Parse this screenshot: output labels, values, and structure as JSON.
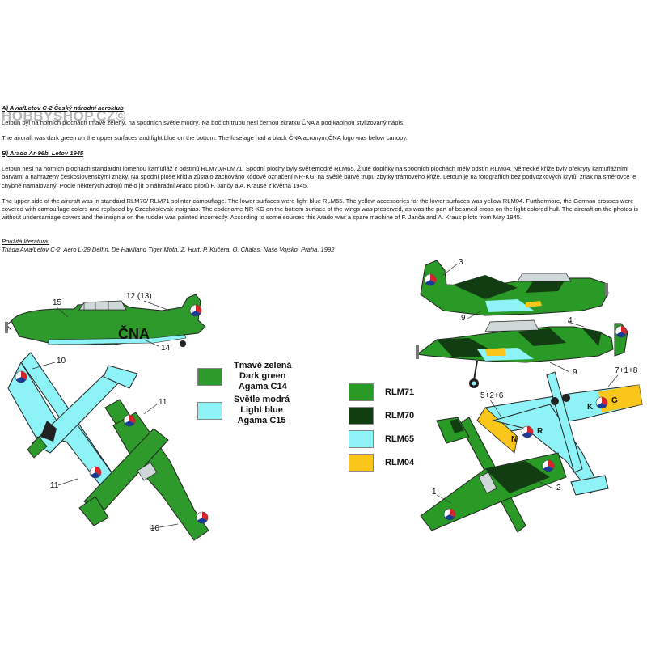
{
  "watermark": "HOBBYSHOP.CZ©",
  "section_a": {
    "heading": "A) Avia/Letov C-2 Český národní aeroklub",
    "cz": "Letoun byl na horních plochách tmavě zelený, na spodních světle modrý. Na bočích trupu nesl černou zkratku ČNA a pod kabinou stylizovaný nápis.",
    "en": "The aircraft was dark green on the upper surfaces and light blue on the bottom. The fuselage had a black ČNA acronym,ČNA logo was below canopy."
  },
  "section_b": {
    "heading": "B) Arado Ar-96b, Letov 1945",
    "cz": "Letoun nesl na horních plochách standardní lomenou kamufláž z odstínů RLM70/RLM71. Spodní plochy byly světlemodré RLM65. Žluté doplňky na spodních plochách měly odstín RLM04. Německé kříže byly překryty kamuflážními barvami a nahrazeny československými znaky. Na spodní ploše křídla zůstalo zachováno kódové označení NR-KG, na světlé barvě trupu zbytky trámového kříže. Letoun je na fotografiích bez podvozkových krytů, znak na směrovce je chybně namalovaný. Podle některých zdrojů mělo jít o náhradní Arado pilotů F. Jančy a A. Krause z května 1945.",
    "en": "The upper side of the aircraft was in standard RLM70/ RLM71 splinter camouflage. The lower surfaces were light blue RLM65. The yellow accessories for the lower surfaces was yellow RLM04. Furthermore, the German crosses were covered with camouflage colors and replaced by  Czechoslovak insignias. The codename NR-KG on the bottom surface of the wings was preserved, as was the part of beamed cross on the light colored hull. The aircraft on the photos is without undercarriage covers and the insignia on the rudder was painted incorrectly. According to some sources this Arado was a spare machine of F. Janča and A. Kraus pilots from May 1945."
  },
  "literature": {
    "label": "Použitá literatura:",
    "text": "Triáda Avia/Letov C-2, Aero L-29 Delfín, De Havilland Tiger Moth, Z. Hurt, P. Kučera, O. Chalas, Naše Vojsko, Praha, 1992"
  },
  "colors": {
    "dark_green": "#2f9a2c",
    "light_blue": "#8df3f6",
    "rlm71": "#2a9a27",
    "rlm70": "#123d12",
    "rlm65": "#8df3f6",
    "rlm04": "#fbc61a",
    "insignia_red": "#d8232a",
    "insignia_blue": "#1a3b93"
  },
  "legend_c2": [
    {
      "line1": "Tmavě zelená",
      "line2": "Dark green",
      "line3": "Agama C14",
      "color": "#2f9a2c"
    },
    {
      "line1": "Světle modrá",
      "line2": "Light blue",
      "line3": "Agama C15",
      "color": "#8df3f6"
    }
  ],
  "legend_arado": [
    {
      "label": "RLM71",
      "color": "#2a9a27"
    },
    {
      "label": "RLM70",
      "color": "#123d12"
    },
    {
      "label": "RLM65",
      "color": "#8df3f6"
    },
    {
      "label": "RLM04",
      "color": "#fbc61a"
    }
  ],
  "aircraft_text": {
    "cna": "ČNA",
    "n": "N",
    "r": "R",
    "k": "K",
    "g": "G"
  },
  "callouts": {
    "c15": "15",
    "c12": "12 (13)",
    "c14": "14",
    "c10a": "10",
    "c11a": "11",
    "c11b": "11",
    "c10b": "10",
    "c3": "3",
    "c9a": "9",
    "c4": "4",
    "c9b": "9",
    "c718": "7+1+8",
    "c526": "5+2+6",
    "c1": "1",
    "c2": "2"
  }
}
